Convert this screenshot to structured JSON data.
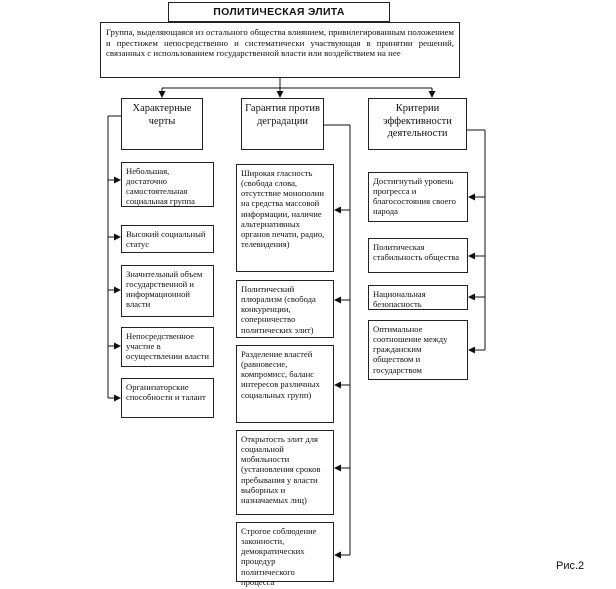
{
  "title": "ПОЛИТИЧЕСКАЯ ЭЛИТА",
  "definition": "Группа, выделяющаяся из остального общества влиянием, привилегированным положением и престижем непосредственно и систематически участвующая в принятии решений, связанных с использованием государственной власти или воздействием на нее",
  "columns": [
    {
      "header": "Характерные черты",
      "items": [
        "Небольшая, достаточно самостоятельная социальная группа",
        "Высокий социальный статус",
        "Значительный объем государственной и информационной власти",
        "Непосредственное участие в осуществлении власти",
        "Организаторские способности и талант"
      ]
    },
    {
      "header": "Гарантия против деградации",
      "items": [
        "Широкая гласность (свобода слова, отсутствие монополии на средства массовой информации, наличие альтернативных органов печати, радио, телевидения)",
        "Политический плюрализм (свобода конкуренции, соперничество политических элит)",
        "Разделение властей (равновесие, компромисс, баланс интересов различных социальных групп)",
        "Открытость элит для социальной мобильности (установления сроков пребывания у власти выборных и назначаемых лиц)",
        "Строгое соблюдение законности, демократических процедур политического процесса"
      ]
    },
    {
      "header": "Критерии эффективности деятельности",
      "items": [
        "Достигнутый уровень прогресса и благосостояния своего народа",
        "Политическая стабильность общества",
        "Национальная безопасность",
        "Оптимальное соотношение между гражданским обществом и государством"
      ]
    }
  ],
  "figure_label": "Рис.2"
}
